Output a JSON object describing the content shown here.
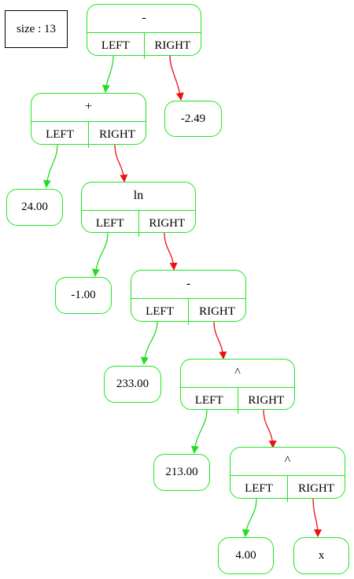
{
  "size_label": "size : 13",
  "colors": {
    "node_border": "#22e522",
    "left_edge": "#22dd22",
    "right_edge": "#ee1111"
  },
  "port_labels": {
    "left": "LEFT",
    "right": "RIGHT"
  },
  "nodes": {
    "minus_root": {
      "op": "-"
    },
    "plus": {
      "op": "+"
    },
    "ln": {
      "op": "ln"
    },
    "minus_inner": {
      "op": "-"
    },
    "pow1": {
      "op": "^"
    },
    "pow2": {
      "op": "^"
    }
  },
  "leaves": {
    "neg_2_49": "-2.49",
    "n24": "24.00",
    "neg_1": "-1.00",
    "n233": "233.00",
    "n213": "213.00",
    "n4": "4.00",
    "x": "x"
  }
}
